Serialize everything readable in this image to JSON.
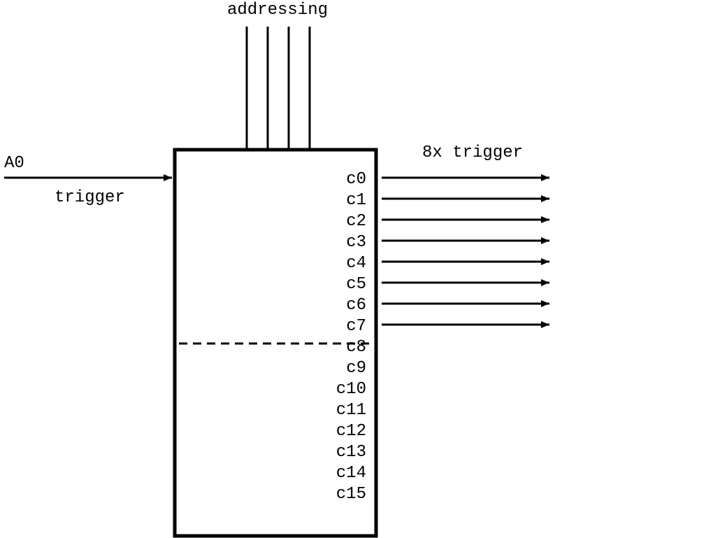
{
  "labels": {
    "addressing": "addressing",
    "input_name": "A0",
    "input_trigger": "trigger",
    "outputs_header": "8x trigger"
  },
  "channels": [
    "c0",
    "c1",
    "c2",
    "c3",
    "c4",
    "c5",
    "c6",
    "c7",
    "c8",
    "c9",
    "c10",
    "c11",
    "c12",
    "c13",
    "c14",
    "c15"
  ],
  "connected_outputs": 8,
  "address_lines": 4,
  "colors": {
    "stroke": "#000000",
    "background": "#ffffff"
  }
}
